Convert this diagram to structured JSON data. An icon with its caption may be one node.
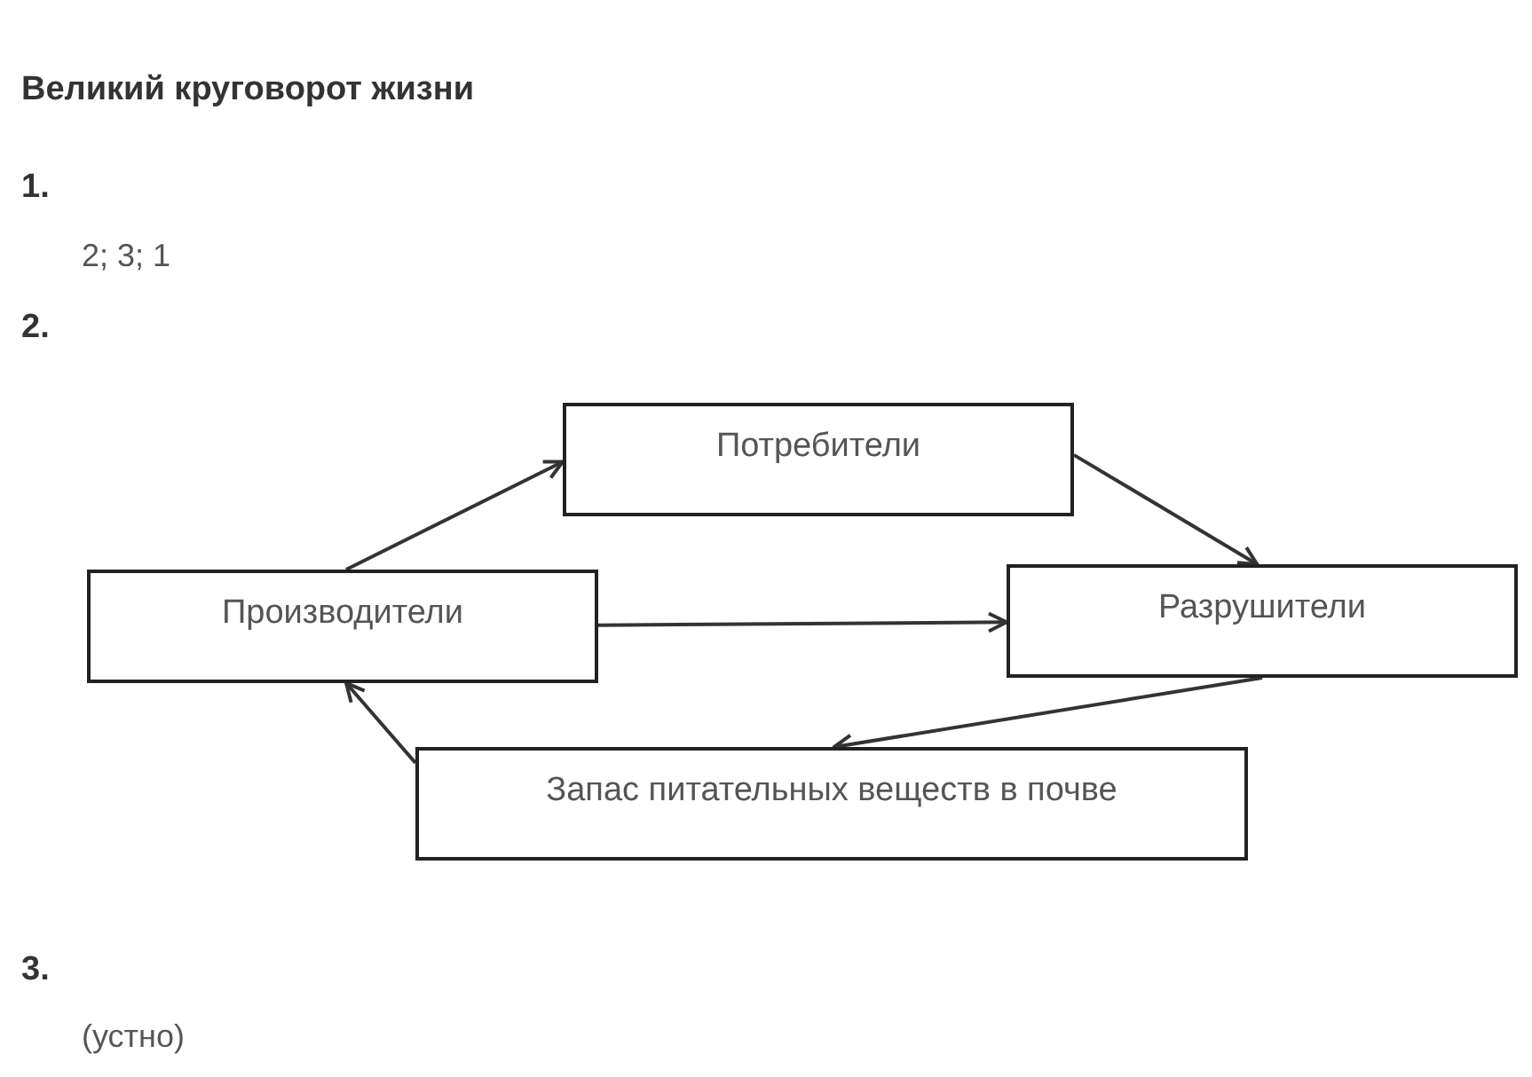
{
  "diagram": {
    "title": "Великий круговорот жизни",
    "nodes": [
      {
        "text": [
          "Потребители"
        ]
      },
      {
        "text": [
          "Производители"
        ]
      },
      {
        "text": [
          "Разрушители"
        ]
      },
      {
        "text": [
          "Запас питательных веществ в почве"
        ]
      }
    ],
    "edges": [
      {
        "from": 1,
        "to": 0,
        "arrow": "to"
      },
      {
        "from": 0,
        "to": 2,
        "arrow": "to"
      },
      {
        "from": 1,
        "to": 2,
        "arrow": "to"
      },
      {
        "from": 2,
        "to": 3,
        "arrow": "to"
      },
      {
        "from": 3,
        "to": 1,
        "arrow": "to"
      }
    ],
    "labels": [
      "1.",
      "2; 3; 1",
      "2.",
      "3.",
      "(устно)"
    ]
  }
}
